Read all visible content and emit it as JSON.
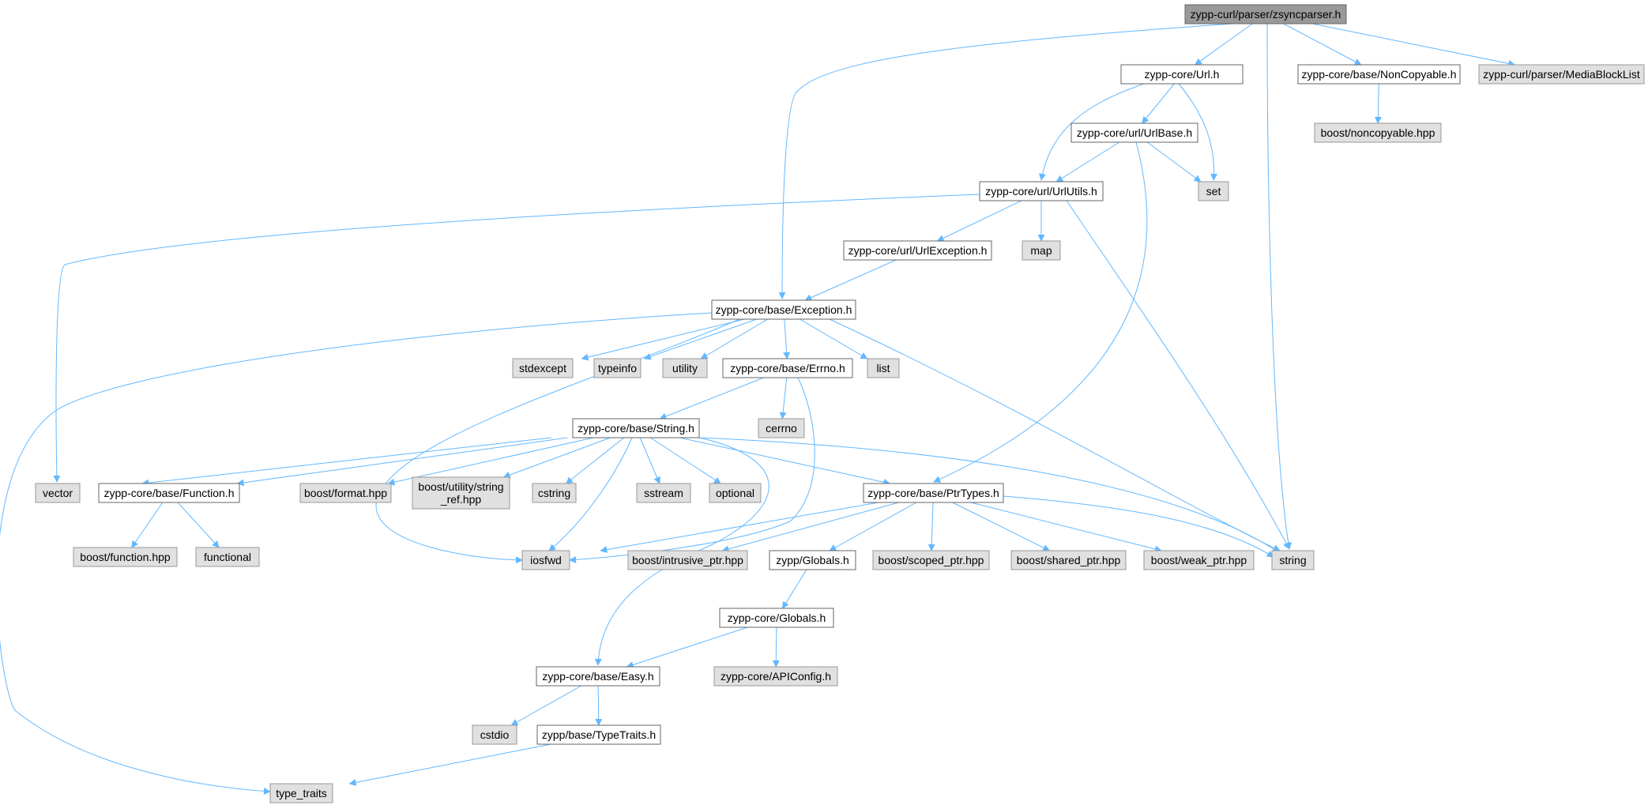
{
  "colors": {
    "edge": "#63b8ff",
    "root_fill": "#999999",
    "doc_fill": "#ffffff",
    "ext_fill": "#e0e0e0",
    "ext_border": "#999999",
    "border": "#666666",
    "text": "#000000"
  },
  "nodes": [
    {
      "id": "zsync",
      "lines": [
        "zypp-curl/parser/zsyncparser.h"
      ],
      "kind": "root"
    },
    {
      "id": "url",
      "lines": [
        "zypp-core/Url.h"
      ],
      "kind": "doc"
    },
    {
      "id": "noncopy",
      "lines": [
        "zypp-core/base/NonCopyable.h"
      ],
      "kind": "doc"
    },
    {
      "id": "mbl",
      "lines": [
        "zypp-curl/parser/MediaBlockList"
      ],
      "kind": "ext"
    },
    {
      "id": "boostnc",
      "lines": [
        "boost/noncopyable.hpp"
      ],
      "kind": "ext"
    },
    {
      "id": "urlbase",
      "lines": [
        "zypp-core/url/UrlBase.h"
      ],
      "kind": "doc"
    },
    {
      "id": "set",
      "lines": [
        "set"
      ],
      "kind": "ext"
    },
    {
      "id": "urlutils",
      "lines": [
        "zypp-core/url/UrlUtils.h"
      ],
      "kind": "doc"
    },
    {
      "id": "urlexc",
      "lines": [
        "zypp-core/url/UrlException.h"
      ],
      "kind": "doc"
    },
    {
      "id": "map",
      "lines": [
        "map"
      ],
      "kind": "ext"
    },
    {
      "id": "exception",
      "lines": [
        "zypp-core/base/Exception.h"
      ],
      "kind": "doc"
    },
    {
      "id": "stdexcept",
      "lines": [
        "stdexcept"
      ],
      "kind": "ext"
    },
    {
      "id": "typeinfo",
      "lines": [
        "typeinfo"
      ],
      "kind": "ext"
    },
    {
      "id": "utility",
      "lines": [
        "utility"
      ],
      "kind": "ext"
    },
    {
      "id": "errno",
      "lines": [
        "zypp-core/base/Errno.h"
      ],
      "kind": "doc"
    },
    {
      "id": "list",
      "lines": [
        "list"
      ],
      "kind": "ext"
    },
    {
      "id": "cerrno",
      "lines": [
        "cerrno"
      ],
      "kind": "ext"
    },
    {
      "id": "stringh",
      "lines": [
        "zypp-core/base/String.h"
      ],
      "kind": "doc"
    },
    {
      "id": "vector",
      "lines": [
        "vector"
      ],
      "kind": "ext"
    },
    {
      "id": "function",
      "lines": [
        "zypp-core/base/Function.h"
      ],
      "kind": "doc"
    },
    {
      "id": "bformat",
      "lines": [
        "boost/format.hpp"
      ],
      "kind": "ext"
    },
    {
      "id": "bstrref",
      "lines": [
        "boost/utility/string",
        "_ref.hpp"
      ],
      "kind": "ext"
    },
    {
      "id": "cstring",
      "lines": [
        "cstring"
      ],
      "kind": "ext"
    },
    {
      "id": "sstream",
      "lines": [
        "sstream"
      ],
      "kind": "ext"
    },
    {
      "id": "optional",
      "lines": [
        "optional"
      ],
      "kind": "ext"
    },
    {
      "id": "ptrtypes",
      "lines": [
        "zypp-core/base/PtrTypes.h"
      ],
      "kind": "doc"
    },
    {
      "id": "bfunction",
      "lines": [
        "boost/function.hpp"
      ],
      "kind": "ext"
    },
    {
      "id": "functional",
      "lines": [
        "functional"
      ],
      "kind": "ext"
    },
    {
      "id": "iosfwd",
      "lines": [
        "iosfwd"
      ],
      "kind": "ext"
    },
    {
      "id": "bintr",
      "lines": [
        "boost/intrusive_ptr.hpp"
      ],
      "kind": "ext"
    },
    {
      "id": "zglobals",
      "lines": [
        "zypp/Globals.h"
      ],
      "kind": "doc"
    },
    {
      "id": "bscoped",
      "lines": [
        "boost/scoped_ptr.hpp"
      ],
      "kind": "ext"
    },
    {
      "id": "bshared",
      "lines": [
        "boost/shared_ptr.hpp"
      ],
      "kind": "ext"
    },
    {
      "id": "bweak",
      "lines": [
        "boost/weak_ptr.hpp"
      ],
      "kind": "ext"
    },
    {
      "id": "string",
      "lines": [
        "string"
      ],
      "kind": "ext"
    },
    {
      "id": "cglobals",
      "lines": [
        "zypp-core/Globals.h"
      ],
      "kind": "doc"
    },
    {
      "id": "easy",
      "lines": [
        "zypp-core/base/Easy.h"
      ],
      "kind": "doc"
    },
    {
      "id": "apiconfig",
      "lines": [
        "zypp-core/APIConfig.h"
      ],
      "kind": "ext"
    },
    {
      "id": "cstdio",
      "lines": [
        "cstdio"
      ],
      "kind": "ext"
    },
    {
      "id": "typetraitsh",
      "lines": [
        "zypp/base/TypeTraits.h"
      ],
      "kind": "doc"
    },
    {
      "id": "type_traits",
      "lines": [
        "type_traits"
      ],
      "kind": "ext"
    }
  ],
  "edges": [
    [
      "zsync",
      "url"
    ],
    [
      "zsync",
      "noncopy"
    ],
    [
      "zsync",
      "mbl"
    ],
    [
      "zsync",
      "exception"
    ],
    [
      "zsync",
      "string"
    ],
    [
      "url",
      "urlbase"
    ],
    [
      "url",
      "urlutils"
    ],
    [
      "url",
      "set"
    ],
    [
      "noncopy",
      "boostnc"
    ],
    [
      "urlbase",
      "urlutils"
    ],
    [
      "urlbase",
      "set"
    ],
    [
      "urlbase",
      "ptrtypes"
    ],
    [
      "urlutils",
      "urlexc"
    ],
    [
      "urlutils",
      "map"
    ],
    [
      "urlutils",
      "vector"
    ],
    [
      "urlutils",
      "string"
    ],
    [
      "urlexc",
      "exception"
    ],
    [
      "exception",
      "stdexcept"
    ],
    [
      "exception",
      "typeinfo"
    ],
    [
      "exception",
      "utility"
    ],
    [
      "exception",
      "errno"
    ],
    [
      "exception",
      "list"
    ],
    [
      "exception",
      "iosfwd"
    ],
    [
      "exception",
      "string"
    ],
    [
      "exception",
      "type_traits"
    ],
    [
      "errno",
      "cerrno"
    ],
    [
      "errno",
      "stringh"
    ],
    [
      "errno",
      "iosfwd"
    ],
    [
      "stringh",
      "vector"
    ],
    [
      "stringh",
      "function"
    ],
    [
      "stringh",
      "bformat"
    ],
    [
      "stringh",
      "bstrref"
    ],
    [
      "stringh",
      "cstring"
    ],
    [
      "stringh",
      "sstream"
    ],
    [
      "stringh",
      "optional"
    ],
    [
      "stringh",
      "ptrtypes"
    ],
    [
      "stringh",
      "iosfwd"
    ],
    [
      "stringh",
      "string"
    ],
    [
      "stringh",
      "easy"
    ],
    [
      "function",
      "bfunction"
    ],
    [
      "function",
      "functional"
    ],
    [
      "ptrtypes",
      "iosfwd"
    ],
    [
      "ptrtypes",
      "bintr"
    ],
    [
      "ptrtypes",
      "zglobals"
    ],
    [
      "ptrtypes",
      "bscoped"
    ],
    [
      "ptrtypes",
      "bshared"
    ],
    [
      "ptrtypes",
      "bweak"
    ],
    [
      "ptrtypes",
      "string"
    ],
    [
      "zglobals",
      "cglobals"
    ],
    [
      "cglobals",
      "easy"
    ],
    [
      "cglobals",
      "apiconfig"
    ],
    [
      "easy",
      "cstdio"
    ],
    [
      "easy",
      "typetraitsh"
    ],
    [
      "typetraitsh",
      "type_traits"
    ]
  ]
}
